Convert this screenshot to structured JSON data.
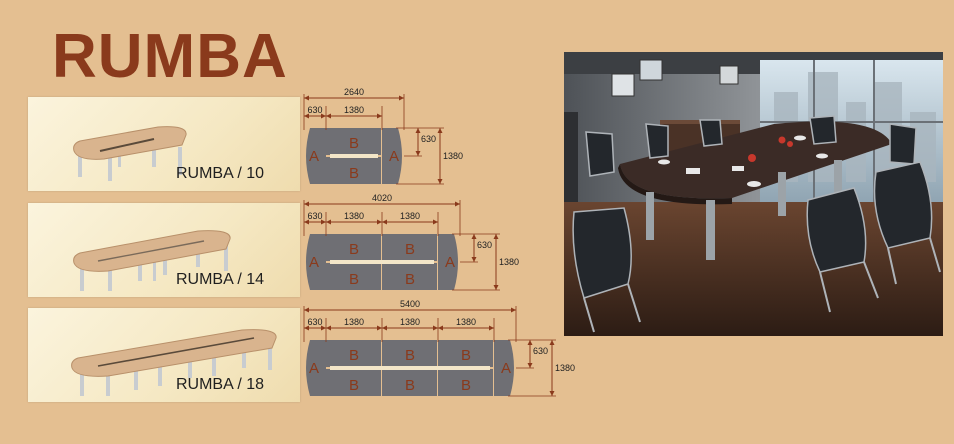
{
  "brand": {
    "title": "RUMBA"
  },
  "models": [
    {
      "label": "RUMBA / 10",
      "modules": 1,
      "overall_length": "2640",
      "end_length": "630",
      "module_length": "1380",
      "half_width": "630",
      "width": "1380",
      "end_letter": "A",
      "module_letter": "B"
    },
    {
      "label": "RUMBA / 14",
      "modules": 2,
      "overall_length": "4020",
      "end_length": "630",
      "module_length": "1380",
      "half_width": "630",
      "width": "1380",
      "end_letter": "A",
      "module_letter": "B"
    },
    {
      "label": "RUMBA / 18",
      "modules": 3,
      "overall_length": "5400",
      "end_length": "630",
      "module_length": "1380",
      "half_width": "630",
      "width": "1380",
      "end_letter": "A",
      "module_letter": "B"
    }
  ],
  "colors": {
    "background": "#e4bf91",
    "brand_text": "#8a3a1c",
    "table_segment": "#6f6f74",
    "segment_letters": "#8a3a1c",
    "dimension_lines": "#8a3a1c",
    "tabletop_beige": "#d9b48e",
    "legs": "#c8ccd0"
  }
}
